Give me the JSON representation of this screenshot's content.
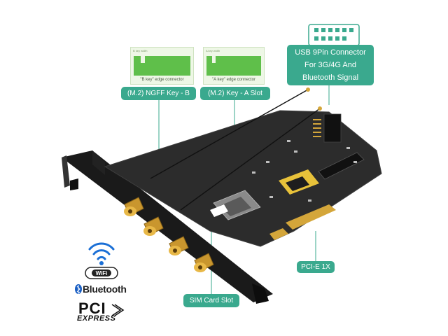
{
  "labels": {
    "usb_connector": [
      "USB 9Pin Connector",
      "For 3G/4G And",
      "Bluetooth Signal"
    ],
    "ngff_key_b": "(M.2) NGFF Key - B",
    "key_a_slot": "(M.2) Key - A Slot",
    "pcie": "PCI-E 1X",
    "sim_card_slot": "SIM Card Slot"
  },
  "m2_cards": {
    "b_key_caption": "\"B key\" edge connector",
    "a_key_caption": "\"A key\" edge connector",
    "b_key_small": "B key width",
    "a_key_small": "A key width"
  },
  "logos": {
    "wifi": "WiFi",
    "bluetooth": "Bluetooth",
    "pci": "PCI",
    "express": "EXPRESS"
  },
  "colors": {
    "label_bg": "#3aa98e",
    "pcb": "#2b2b2b",
    "bracket": "#111111",
    "gold": "#d4a63a",
    "m2_card": "#eef7e6"
  }
}
